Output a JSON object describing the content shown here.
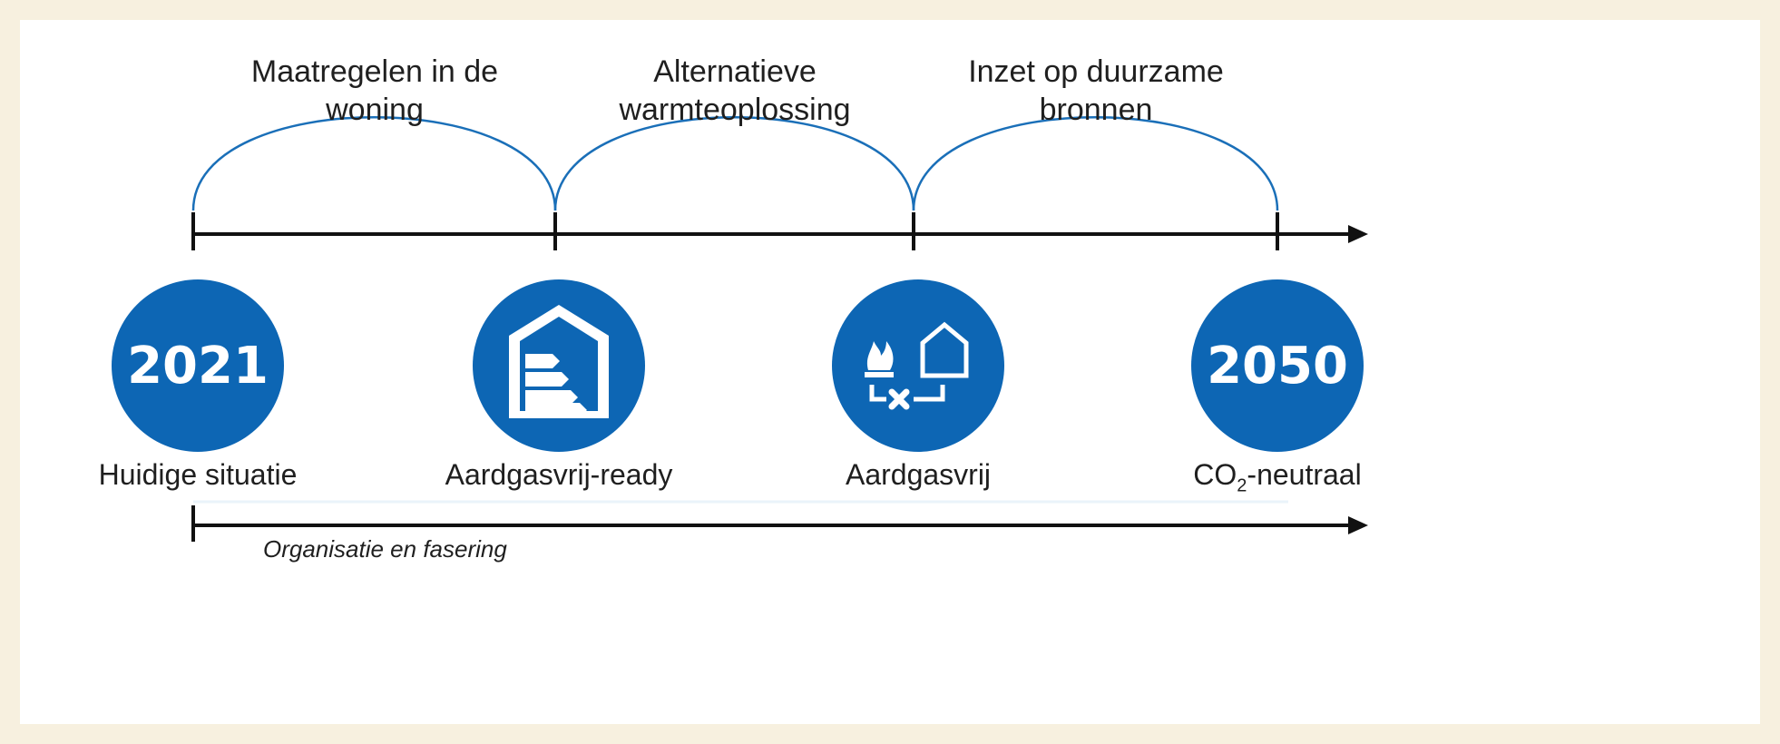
{
  "phases": [
    {
      "line1": "Maatregelen in de",
      "line2": "woning"
    },
    {
      "line1": "Alternatieve",
      "line2": "warmteoplossing"
    },
    {
      "line1": "Inzet op duurzame",
      "line2": "bronnen"
    }
  ],
  "milestones": [
    {
      "year": "2021",
      "caption": "Huidige situatie"
    },
    {
      "icon": "energy-label-house-icon",
      "caption": "Aardgasvrij-ready"
    },
    {
      "icon": "gas-flame-disconnected-house-icon",
      "caption": "Aardgasvrij"
    },
    {
      "year": "2050",
      "caption_pre": "CO",
      "caption_sub": "2",
      "caption_post": "-neutraal"
    }
  ],
  "bottom_note": "Organisatie en fasering",
  "colors": {
    "accent": "#0d66b4",
    "background": "#f7f0df",
    "arc": "#1a6fb8"
  }
}
